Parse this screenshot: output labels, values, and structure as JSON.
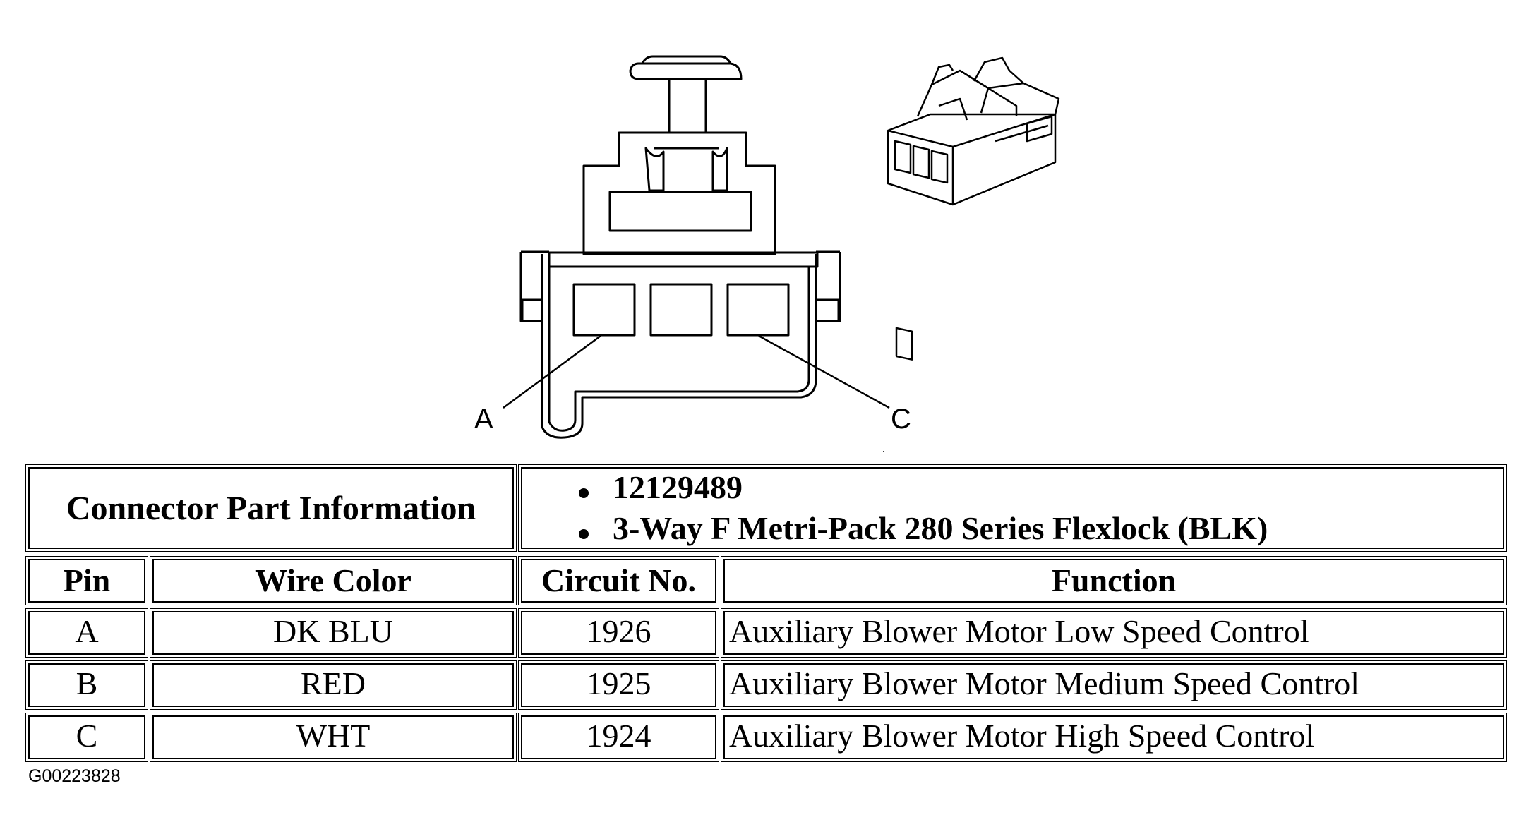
{
  "diagram": {
    "pin_labels": {
      "a": "A",
      "c": "C"
    }
  },
  "connector_info": {
    "title": "Connector Part Information",
    "items": [
      "12129489",
      "3-Way F Metri-Pack 280 Series Flexlock (BLK)"
    ]
  },
  "table": {
    "headers": {
      "pin": "Pin",
      "wire_color": "Wire Color",
      "circuit": "Circuit No.",
      "function": "Function"
    },
    "rows": [
      {
        "pin": "A",
        "wire_color": "DK BLU",
        "circuit": "1926",
        "function": "Auxiliary Blower Motor Low Speed Control"
      },
      {
        "pin": "B",
        "wire_color": "RED",
        "circuit": "1925",
        "function": "Auxiliary Blower Motor Medium Speed Control"
      },
      {
        "pin": "C",
        "wire_color": "WHT",
        "circuit": "1924",
        "function": "Auxiliary Blower Motor High Speed Control"
      }
    ]
  },
  "figure_id": "G00223828"
}
